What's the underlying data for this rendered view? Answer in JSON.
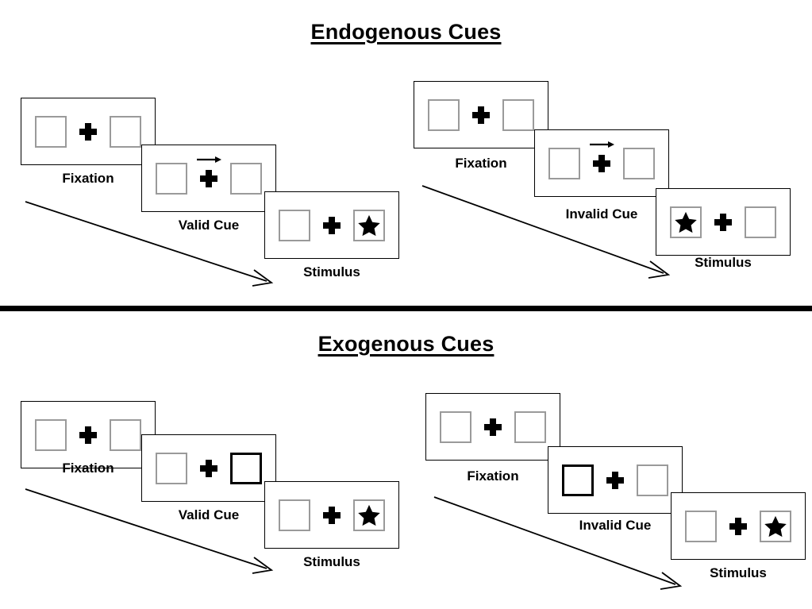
{
  "figure": {
    "sections": [
      {
        "id": "endogenous",
        "title": "Endogenous Cues",
        "sequences": [
          {
            "id": "endogenous-valid",
            "condition": "valid",
            "frames": [
              {
                "id": "endo-valid-fixation",
                "caption": "Fixation",
                "left_box": "empty",
                "right_box": "empty",
                "center": "fixation-cross",
                "cue_arrow": "none"
              },
              {
                "id": "endo-valid-cue",
                "caption": "Valid Cue",
                "left_box": "empty",
                "right_box": "empty",
                "center": "fixation-cross",
                "cue_arrow": "right"
              },
              {
                "id": "endo-valid-stimulus",
                "caption": "Stimulus",
                "left_box": "empty",
                "right_box": "star",
                "center": "fixation-cross",
                "cue_arrow": "none"
              }
            ]
          },
          {
            "id": "endogenous-invalid",
            "condition": "invalid",
            "frames": [
              {
                "id": "endo-invalid-fixation",
                "caption": "Fixation",
                "left_box": "empty",
                "right_box": "empty",
                "center": "fixation-cross",
                "cue_arrow": "none"
              },
              {
                "id": "endo-invalid-cue",
                "caption": "Invalid Cue",
                "left_box": "empty",
                "right_box": "empty",
                "center": "fixation-cross",
                "cue_arrow": "right"
              },
              {
                "id": "endo-invalid-stimulus",
                "caption": "Stimulus",
                "left_box": "star",
                "right_box": "empty",
                "center": "fixation-cross",
                "cue_arrow": "none"
              }
            ]
          }
        ]
      },
      {
        "id": "exogenous",
        "title": "Exogenous Cues",
        "sequences": [
          {
            "id": "exogenous-valid",
            "condition": "valid",
            "frames": [
              {
                "id": "exo-valid-fixation",
                "caption": "Fixation",
                "left_box": "empty",
                "right_box": "empty",
                "center": "fixation-cross",
                "cue_arrow": "none"
              },
              {
                "id": "exo-valid-cue",
                "caption": "Valid Cue",
                "left_box": "empty",
                "right_box": "highlight",
                "center": "fixation-cross",
                "cue_arrow": "none"
              },
              {
                "id": "exo-valid-stimulus",
                "caption": "Stimulus",
                "left_box": "empty",
                "right_box": "star",
                "center": "fixation-cross",
                "cue_arrow": "none"
              }
            ]
          },
          {
            "id": "exogenous-invalid",
            "condition": "invalid",
            "frames": [
              {
                "id": "exo-invalid-fixation",
                "caption": "Fixation",
                "left_box": "empty",
                "right_box": "empty",
                "center": "fixation-cross",
                "cue_arrow": "none"
              },
              {
                "id": "exo-invalid-cue",
                "caption": "Invalid Cue",
                "left_box": "highlight",
                "right_box": "empty",
                "center": "fixation-cross",
                "cue_arrow": "none"
              },
              {
                "id": "exo-invalid-stimulus",
                "caption": "Stimulus",
                "left_box": "empty",
                "right_box": "star",
                "center": "fixation-cross",
                "cue_arrow": "none"
              }
            ]
          }
        ]
      }
    ],
    "colors": {
      "background": "#ffffff",
      "panel_border": "#000000",
      "box_border": "#9a9a9a",
      "box_border_highlight": "#000000",
      "ink": "#000000",
      "divider": "#000000"
    },
    "flow_arrows": {
      "count": 4,
      "direction": "down-right",
      "meaning": "time"
    }
  }
}
